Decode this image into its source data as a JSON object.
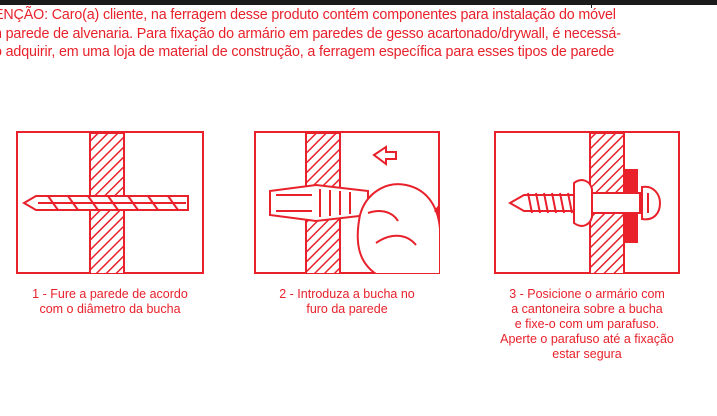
{
  "warning": {
    "lines": [
      "ENÇÃO: Caro(a) cliente, na ferragem desse produto contém componentes para instalação do móvel",
      "n parede de alvenaria. Para fixação do armário em paredes de gesso acartonado/drywall, é necessá-",
      "o adquirir, em uma loja de material de construção, a ferragem específica para esses tipos de parede"
    ]
  },
  "steps": [
    {
      "icon": "drill-through-wall-icon",
      "caption_lines": [
        "1 - Fure a parede de acordo",
        "com o diâmetro da bucha"
      ]
    },
    {
      "icon": "insert-wall-plug-icon",
      "caption_lines": [
        "2 - Introduza a bucha no",
        "furo da parede"
      ]
    },
    {
      "icon": "screw-bracket-icon",
      "caption_lines": [
        "3 - Posicione o armário com",
        "a cantoneira sobre a bucha",
        "e fixe-o com um parafuso.",
        "Aperte o parafuso até a fixação",
        "estar segura"
      ]
    }
  ],
  "colors": {
    "accent": "#e8212b",
    "bar": "#1b1b1b"
  }
}
